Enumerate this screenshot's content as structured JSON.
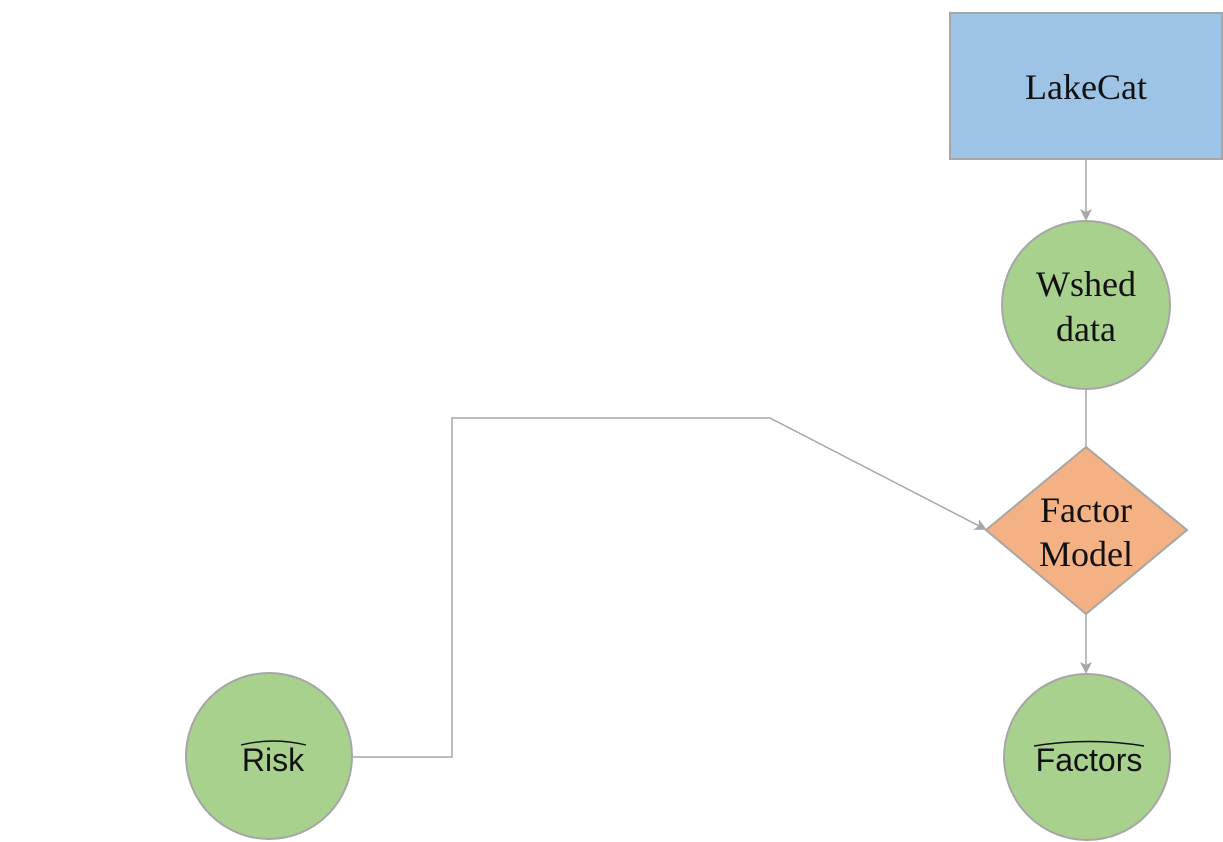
{
  "diagram": {
    "nodes": {
      "lakecat": {
        "label": "LakeCat",
        "shape": "rectangle",
        "fill": "#9dc3e6",
        "stroke": "#a6a6a6"
      },
      "wshed": {
        "label_line1": "Wshed",
        "label_line2": "data",
        "shape": "circle",
        "fill": "#a9d18e",
        "stroke": "#a6a6a6"
      },
      "factor_model": {
        "label_line1": "Factor",
        "label_line2": "Model",
        "shape": "diamond",
        "fill": "#f4b183",
        "stroke": "#a6a6a6"
      },
      "risk_hat": {
        "label": "Risk",
        "hat": true,
        "shape": "circle",
        "fill": "#a9d18e",
        "stroke": "#a6a6a6"
      },
      "factors_hat": {
        "label": "Factors",
        "hat": true,
        "shape": "circle",
        "fill": "#a9d18e",
        "stroke": "#a6a6a6"
      }
    },
    "edges": [
      {
        "from": "lakecat",
        "to": "wshed",
        "arrow": true
      },
      {
        "from": "wshed",
        "to": "factor_model",
        "arrow": false
      },
      {
        "from": "risk_hat",
        "to": "factor_model",
        "arrow": true
      },
      {
        "from": "factor_model",
        "to": "factors_hat",
        "arrow": true
      }
    ],
    "edge_color": "#a6a6a6"
  }
}
